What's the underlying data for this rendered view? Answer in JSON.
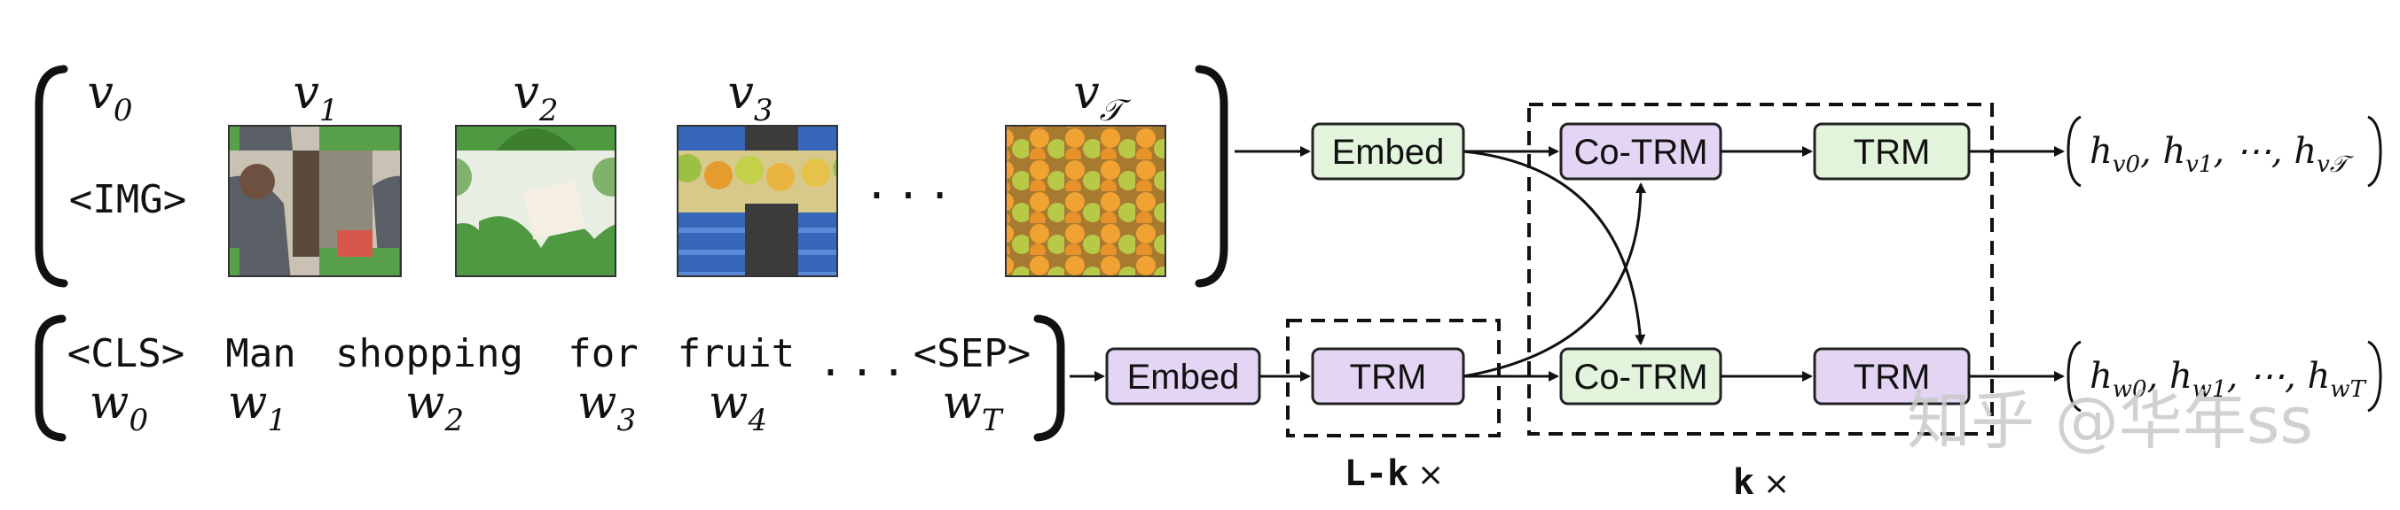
{
  "colors": {
    "visual_box": "#e3f4dc",
    "text_box": "#e4d5f5",
    "stroke": "#111111",
    "watermark": "#c9c9c9"
  },
  "image_row": {
    "tokens": [
      {
        "sym": "v",
        "sub": "0",
        "image": "img-token"
      },
      {
        "sym": "v",
        "sub": "1",
        "image": "market-shopper-photo"
      },
      {
        "sym": "v",
        "sub": "2",
        "image": "vegetable-price-tag-photo"
      },
      {
        "sym": "v",
        "sub": "3",
        "image": "fruit-crates-photo"
      },
      {
        "sym": "v",
        "sub": "𝒯",
        "image": "oranges-pile-photo"
      }
    ],
    "img_label": "<IMG>",
    "ellipsis": "· · ·",
    "embed_label": "Embed",
    "cotrm_label": "Co-TRM",
    "trm_label": "TRM",
    "output": {
      "h": "h",
      "subs": [
        "v0",
        "v1",
        "v𝒯"
      ],
      "sep": ", ",
      "ellipsis": "⋯"
    }
  },
  "text_row": {
    "tokens": [
      {
        "word": "<CLS>",
        "sym": "w",
        "sub": "0"
      },
      {
        "word": "Man",
        "sym": "w",
        "sub": "1"
      },
      {
        "word": "shopping",
        "sym": "w",
        "sub": "2"
      },
      {
        "word": "for",
        "sym": "w",
        "sub": "3"
      },
      {
        "word": "fruit",
        "sym": "w",
        "sub": "4"
      },
      {
        "word": "<SEP>",
        "sym": "w",
        "sub": "T"
      }
    ],
    "ellipsis": "· · ·",
    "embed_label": "Embed",
    "trm_label": "TRM",
    "cotrm_label": "Co-TRM",
    "trm2_label": "TRM",
    "output": {
      "h": "h",
      "subs": [
        "w0",
        "w1",
        "wT"
      ],
      "sep": ", ",
      "ellipsis": "⋯"
    }
  },
  "multipliers": {
    "l_minus_k": "L-k",
    "k": "k",
    "times": "×"
  },
  "watermark": "知乎 @华年ss"
}
